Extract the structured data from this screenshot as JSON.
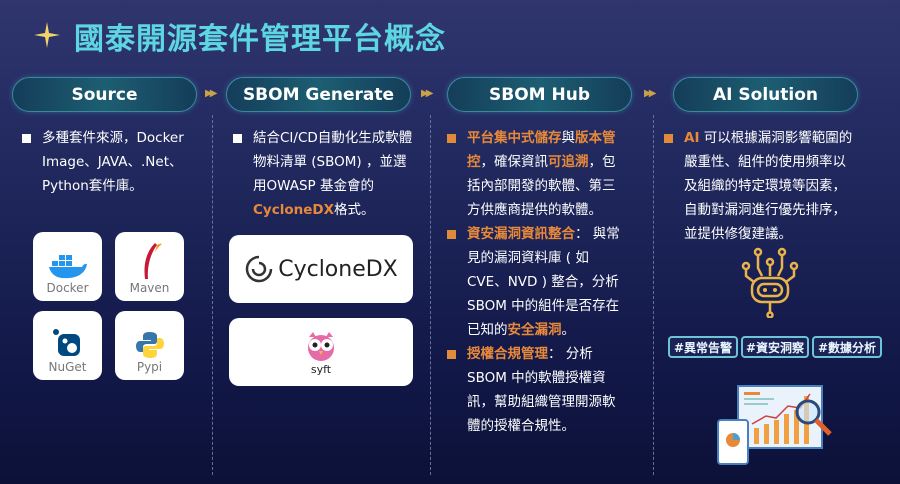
{
  "title": "國泰開源套件管理平台概念",
  "stages": [
    "Source",
    "SBOM Generate",
    "SBOM Hub",
    "AI Solution"
  ],
  "source": {
    "text": "多種套件來源，Docker Image、JAVA、.Net、Python套件庫。",
    "logos": [
      "Docker",
      "Maven",
      "NuGet",
      "Pypi"
    ]
  },
  "generate": {
    "t1": "結合CI/CD自動化生成軟體物料清單 (SBOM) ，並選用OWASP 基金會的",
    "t2": "CycloneDX",
    "t3": "格式。",
    "logos": [
      "CycloneDX",
      "syft"
    ]
  },
  "hub": {
    "b1": {
      "h1": "平台集中式儲存",
      "t1": "與",
      "h2": "版本管控",
      "t2": "，確保資訊",
      "h3": "可追溯",
      "t3": "，包括內部開發的軟體、第三方供應商提供的軟體。"
    },
    "b2": {
      "h1": "資安漏洞資訊整合",
      "t1": "： 與常見的漏洞資料庫 ( 如 CVE、NVD ) 整合，分析 SBOM 中的組件是否存在已知的",
      "h2": "安全漏洞",
      "t2": "。"
    },
    "b3": {
      "h1": "授權合規管理",
      "t1": "： 分析 SBOM 中的軟體授權資訊，幫助組織管理開源軟體的授權合規性。"
    }
  },
  "ai": {
    "h1": "AI",
    "t1": " 可以根據漏洞影響範圍的嚴重性、組件的使用頻率以及組織的特定環境等因素，自動對漏洞進行優先排序，並提供修復建議。",
    "tags": [
      "#異常告警",
      "#資安洞察",
      "#數據分析"
    ]
  }
}
